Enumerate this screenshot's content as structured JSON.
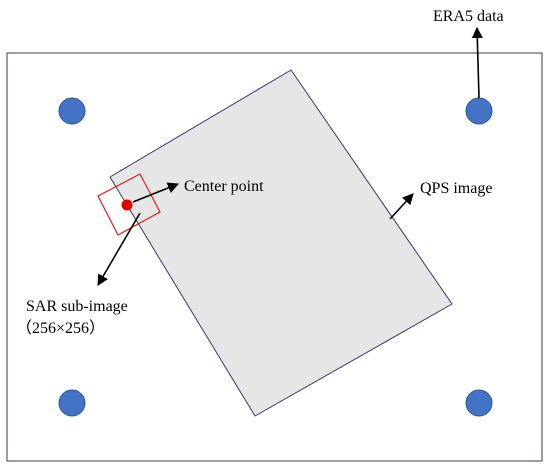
{
  "labels": {
    "era5": "ERA5 data",
    "center_point": "Center point",
    "qps_image": "QPS image",
    "sar_line1": "SAR sub-image",
    "sar_line2": "（256×256）"
  },
  "colors": {
    "frame_stroke": "#3a3a5a",
    "qps_fill": "#e6e6e6",
    "qps_stroke": "#3a3a6a",
    "era5_point": "#4472c4",
    "era5_point_stroke": "#2f5597",
    "sar_box": "#e02020",
    "center_point": "#e00000",
    "arrow": "#000000"
  }
}
